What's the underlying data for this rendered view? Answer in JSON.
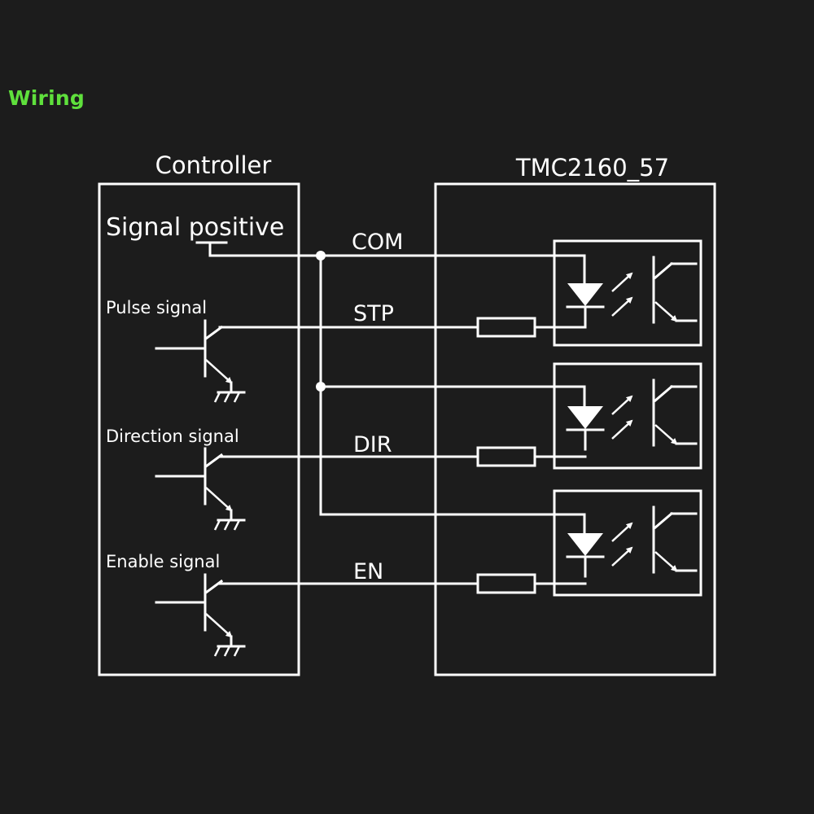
{
  "title": "Wiring",
  "controller": {
    "label": "Controller",
    "signal_positive": "Signal positive",
    "pulse": "Pulse signal",
    "direction": "Direction signal",
    "enable": "Enable signal"
  },
  "driver": {
    "label": "TMC2160_57"
  },
  "lines": {
    "com": "COM",
    "stp": "STP",
    "dir": "DIR",
    "en": "EN"
  },
  "colors": {
    "background": "#1c1c1c",
    "line": "#ffffff",
    "title": "#5fe03c"
  }
}
